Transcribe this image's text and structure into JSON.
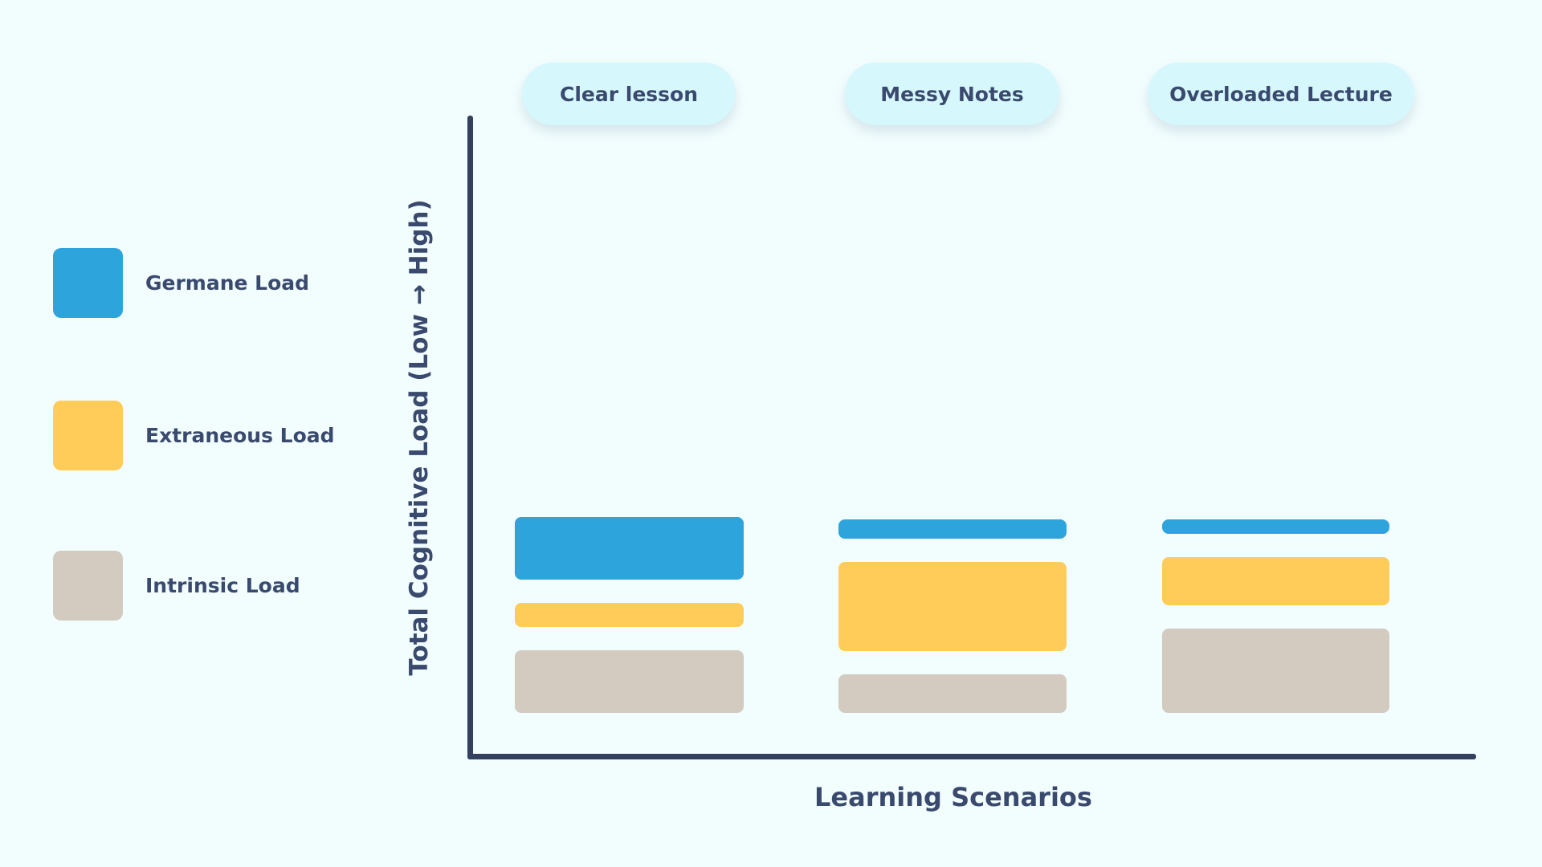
{
  "chart_data": {
    "type": "bar",
    "stacked": true,
    "title": "",
    "xlabel": "Learning Scenarios",
    "ylabel": "Total Cognitive Load (Low → High)",
    "categories": [
      "Clear lesson",
      "Messy Notes",
      "Overloaded Lecture"
    ],
    "series": [
      {
        "name": "Intrinsic Load",
        "color": "#d3cac0",
        "values": [
          26,
          16,
          35
        ]
      },
      {
        "name": "Extraneous Load",
        "color": "#ffcc59",
        "values": [
          10,
          37,
          20
        ]
      },
      {
        "name": "Germane Load",
        "color": "#2ea4dc",
        "values": [
          26,
          8,
          6
        ]
      }
    ],
    "legend": {
      "placement": "left",
      "order": [
        "Germane Load",
        "Extraneous Load",
        "Intrinsic Load"
      ]
    },
    "ylim": [
      0,
      100
    ],
    "y_ticks": false,
    "grid": false
  }
}
